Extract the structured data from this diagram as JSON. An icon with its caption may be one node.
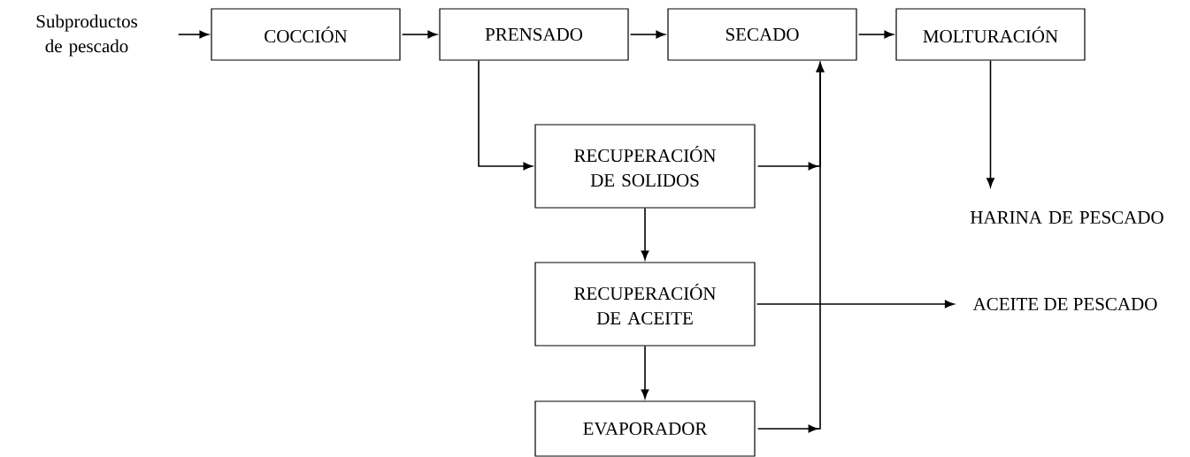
{
  "diagram": {
    "nodes": [
      {
        "text": [
          "Subproductos de pescado"
        ]
      },
      {
        "text": [
          "COCCIÓN"
        ]
      },
      {
        "text": [
          "PRENSADO"
        ]
      },
      {
        "text": [
          "SECADO"
        ]
      },
      {
        "text": [
          "MOLTURACIÓN"
        ]
      },
      {
        "text": [
          "RECUPERACIÓN DE SOLIDOS"
        ]
      },
      {
        "text": [
          "RECUPERACIÓN DE ACEITE"
        ]
      },
      {
        "text": [
          "EVAPORADOR"
        ]
      },
      {
        "text": [
          "HARINA DE PESCADO"
        ]
      },
      {
        "text": [
          "ACEITE DE PESCADO"
        ]
      }
    ],
    "edges": [
      {
        "from": 0,
        "to": 1,
        "arrow": "to"
      },
      {
        "from": 1,
        "to": 2,
        "arrow": "to"
      },
      {
        "from": 2,
        "to": 3,
        "arrow": "to"
      },
      {
        "from": 3,
        "to": 4,
        "arrow": "to"
      },
      {
        "from": 2,
        "to": 5,
        "arrow": "to"
      },
      {
        "from": 5,
        "to": 3,
        "arrow": "to"
      },
      {
        "from": 4,
        "to": 8,
        "arrow": "to"
      },
      {
        "from": 5,
        "to": 6,
        "arrow": "to"
      },
      {
        "from": 6,
        "to": 7,
        "arrow": "to"
      },
      {
        "from": 6,
        "to": 9,
        "arrow": "to"
      },
      {
        "from": 7,
        "to": 3,
        "arrow": "to"
      }
    ]
  }
}
